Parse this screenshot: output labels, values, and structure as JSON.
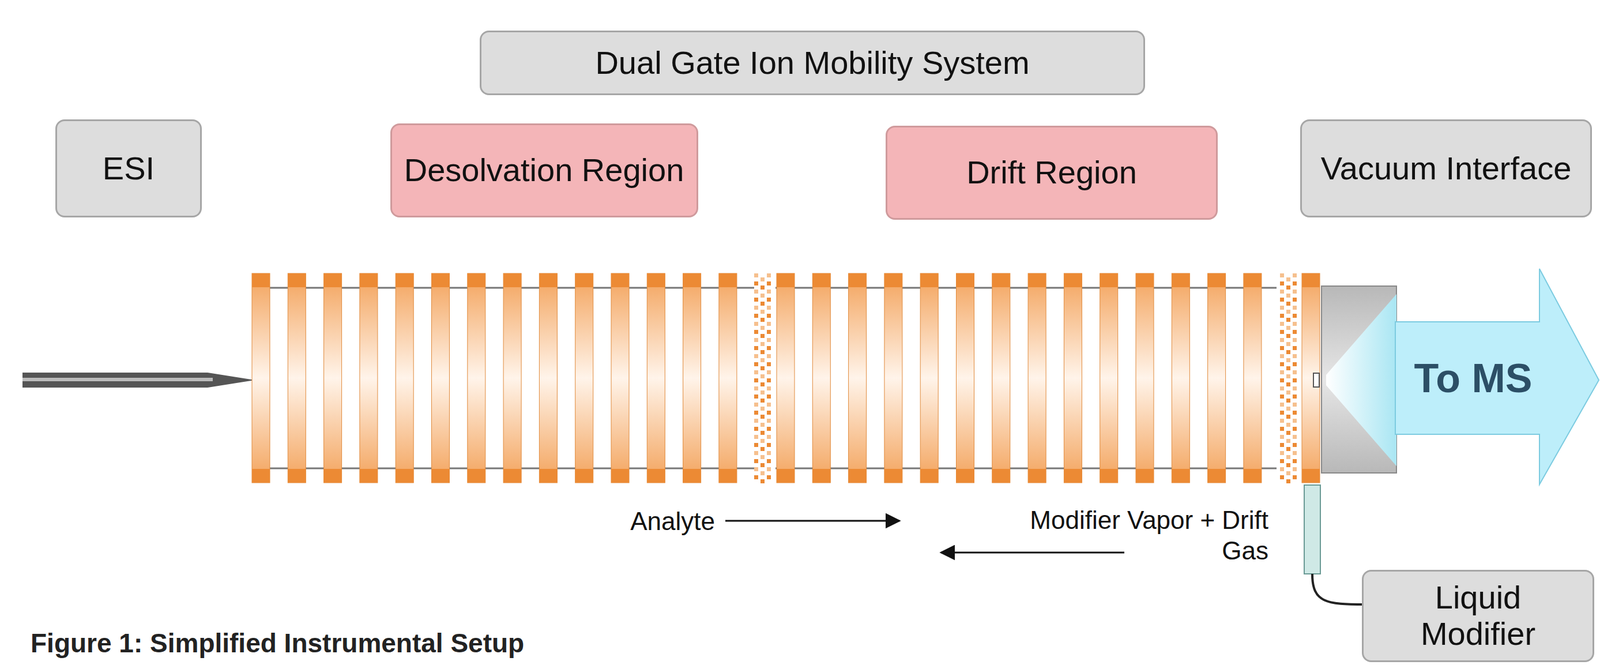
{
  "diagram": {
    "caption": "Figure 1: Simplified Instrumental Setup",
    "nodes": [
      {
        "text": [
          "Dual Gate Ion Mobility System"
        ]
      },
      {
        "text": [
          "ESI"
        ]
      },
      {
        "text": [
          "Desolvation Region"
        ]
      },
      {
        "text": [
          "Drift Region"
        ]
      },
      {
        "text": [
          "Vacuum Interface"
        ]
      },
      {
        "text": [
          "Liquid Modifier"
        ]
      }
    ],
    "labels": [
      "To MS",
      "Analyte",
      "Modifier Vapor + Drift Gas"
    ]
  }
}
